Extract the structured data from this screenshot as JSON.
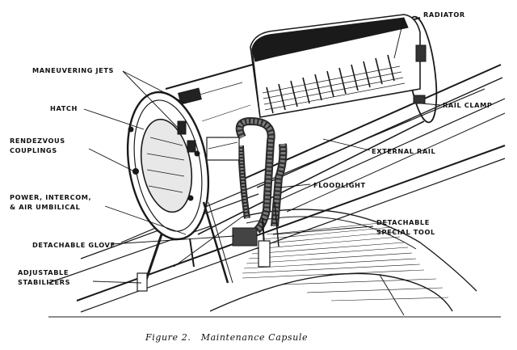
{
  "figure": {
    "caption": "Figure 2.   Maintenance Capsule"
  },
  "labels": {
    "radiator": "RADIATOR",
    "maneuvering_jets": "MANEUVERING JETS",
    "hatch": "HATCH",
    "rail_clamp": "RAIL CLAMP",
    "rendezvous_couplings_1": "RENDEZVOUS",
    "rendezvous_couplings_2": "COUPLINGS",
    "external_rail": "EXTERNAL RAIL",
    "floodlight": "FLOODLIGHT",
    "umbilical_1": "POWER, INTERCOM,",
    "umbilical_2": "& AIR UMBILICAL",
    "special_tool_1": "DETACHABLE",
    "special_tool_2": "SPECIAL TOOL",
    "detachable_glove": "DETACHABLE GLOVE",
    "stabilizers_1": "ADJUSTABLE",
    "stabilizers_2": "STABILIZERS"
  }
}
